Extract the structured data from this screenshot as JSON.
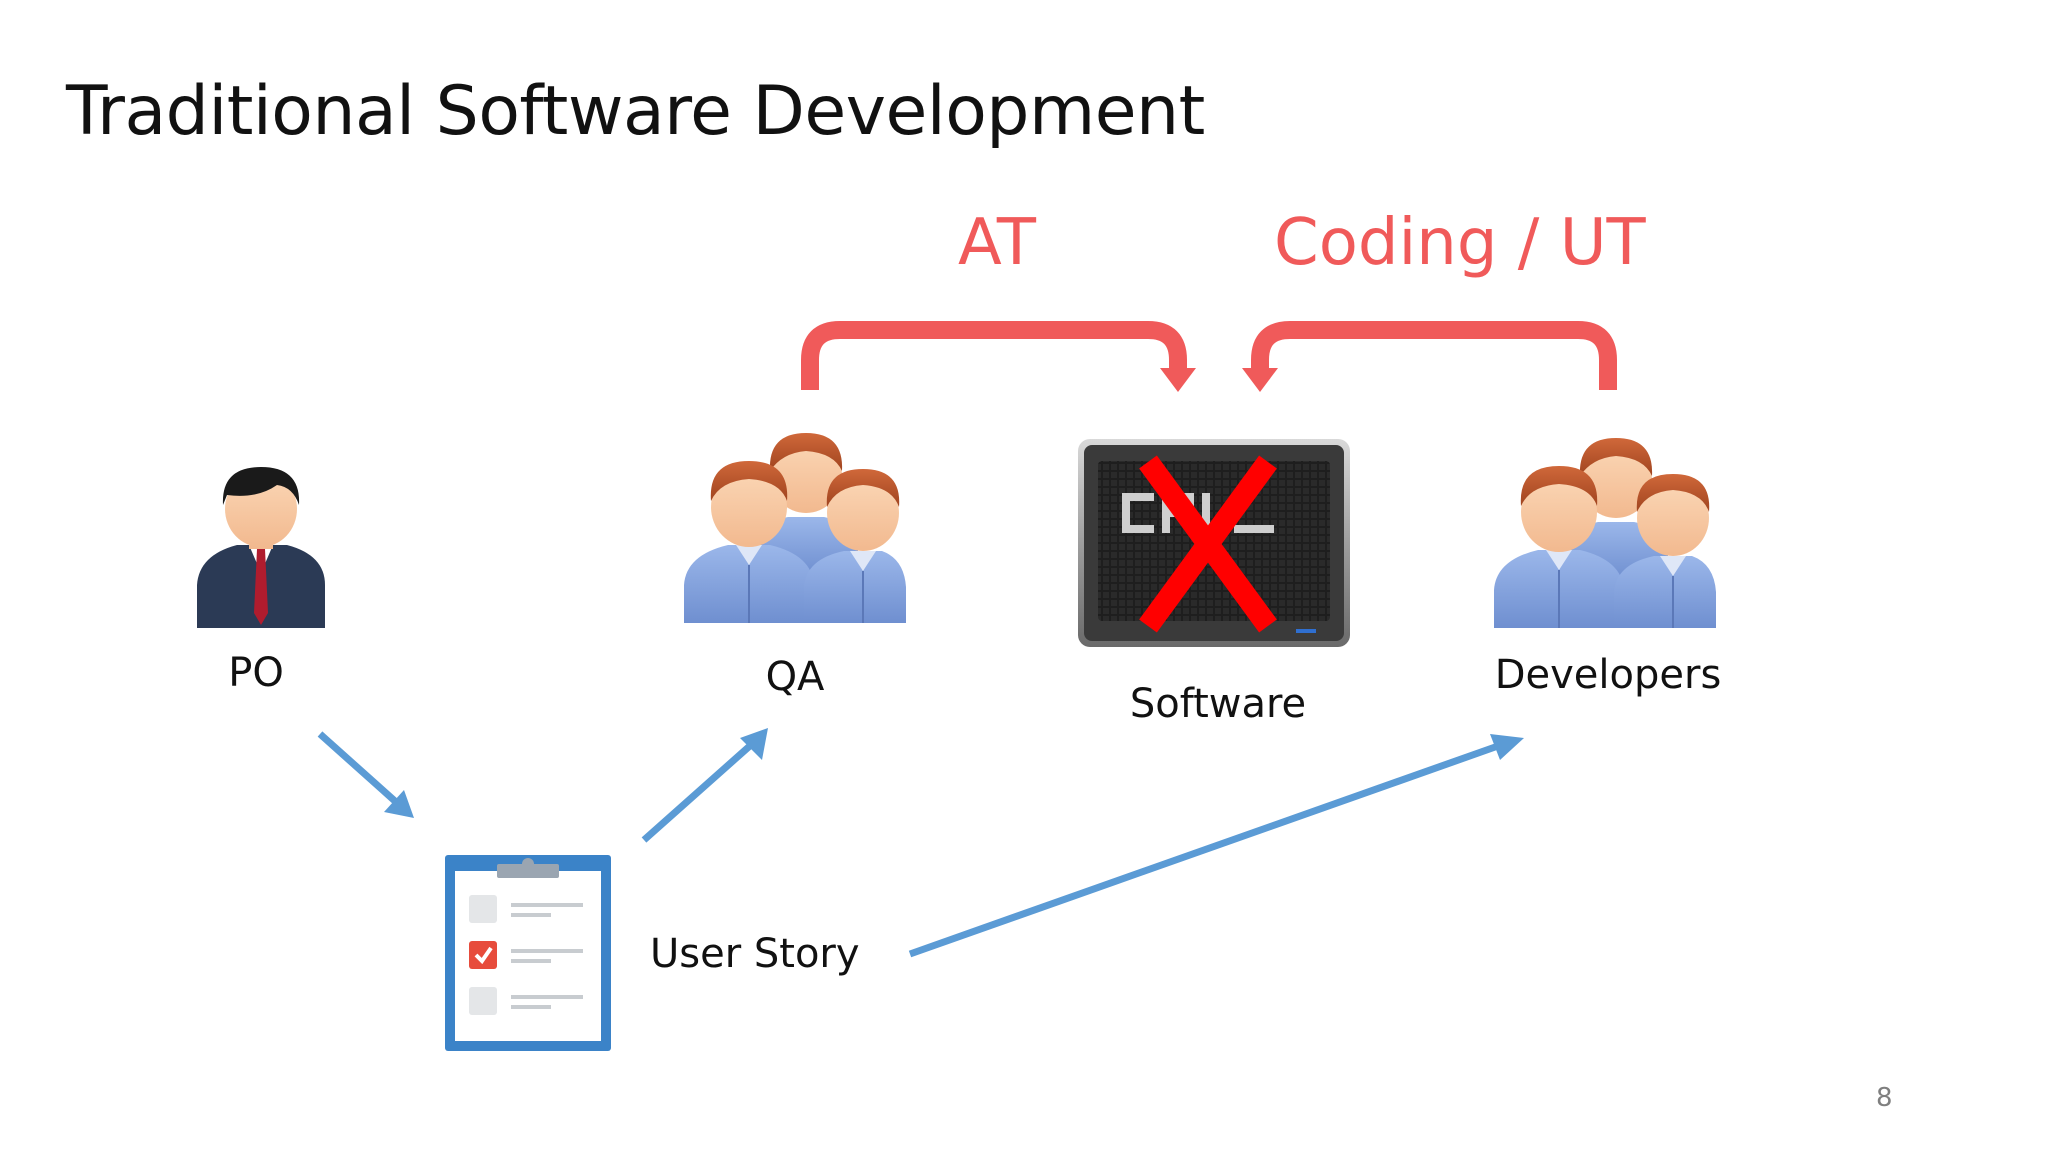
{
  "slide": {
    "title": "Traditional Software Development",
    "page_number": "8"
  },
  "top_labels": {
    "at": "AT",
    "coding_ut": "Coding / UT"
  },
  "nodes": {
    "po": "PO",
    "qa": "QA",
    "software": "Software",
    "developers": "Developers",
    "user_story": "User Story"
  },
  "colors": {
    "accent_red": "#f05a5a",
    "arrow_blue": "#5b9bd5",
    "cross_red": "#ff0000",
    "shirt_blue": "#7f9fda",
    "skin": "#f7c9a3",
    "hair_brown": "#b8532a",
    "suit_navy": "#2b3a55",
    "clipboard_blue": "#3b83c8"
  },
  "icons": {
    "po": "person-suit-icon",
    "qa": "group-people-icon",
    "software": "monitor-icon",
    "developers": "group-people-icon",
    "user_story": "clipboard-checklist-icon",
    "failure": "red-x-icon"
  }
}
